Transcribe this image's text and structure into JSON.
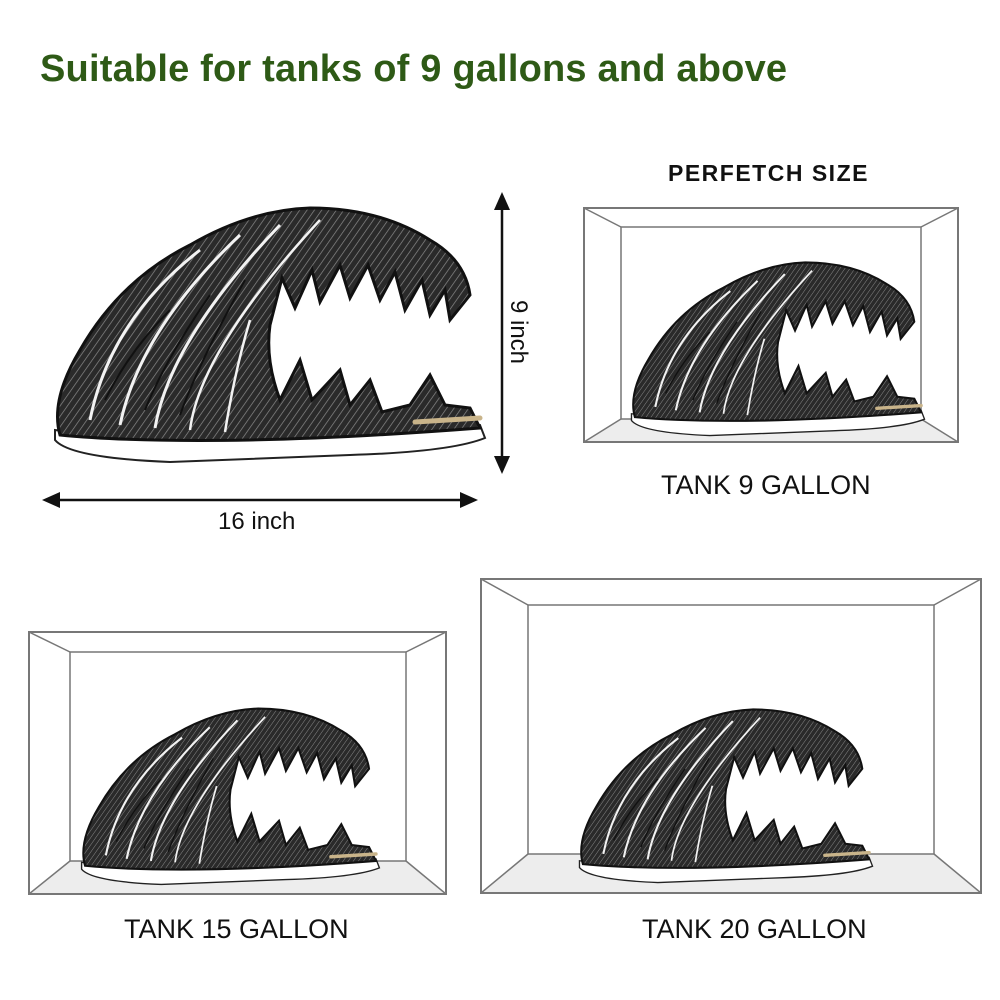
{
  "headline": "Suitable for tanks of 9 gallons and above",
  "product": {
    "width_label": "16 inch",
    "height_label": "9 inch"
  },
  "section_title": "PERFETCH SIZE",
  "tanks": [
    {
      "label": "TANK 9 GALLON"
    },
    {
      "label": "TANK 15 GALLON"
    },
    {
      "label": "TANK 20 GALLON"
    }
  ],
  "colors": {
    "headline": "#2e5a16",
    "tank_outline": "#777777",
    "tank_floor": "#ededed",
    "ornament_dark": "#1c1c1c",
    "ornament_light": "#ffffff"
  },
  "icons": {
    "ornament": "skull-cave-ornament-icon",
    "width_arrow": "double-arrow-horizontal-icon",
    "height_arrow": "double-arrow-vertical-icon"
  }
}
